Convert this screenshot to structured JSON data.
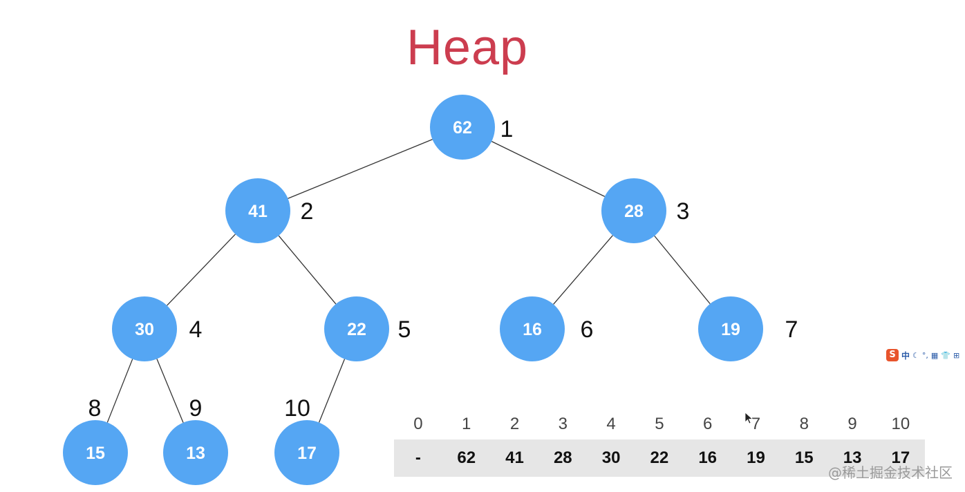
{
  "title": "Heap",
  "tree": {
    "nodes": [
      {
        "index": "1",
        "value": "62"
      },
      {
        "index": "2",
        "value": "41"
      },
      {
        "index": "3",
        "value": "28"
      },
      {
        "index": "4",
        "value": "30"
      },
      {
        "index": "5",
        "value": "22"
      },
      {
        "index": "6",
        "value": "16"
      },
      {
        "index": "7",
        "value": "19"
      },
      {
        "index": "8",
        "value": "15"
      },
      {
        "index": "9",
        "value": "13"
      },
      {
        "index": "10",
        "value": "17"
      }
    ]
  },
  "array": {
    "indices": [
      "0",
      "1",
      "2",
      "3",
      "4",
      "5",
      "6",
      "7",
      "8",
      "9",
      "10"
    ],
    "values": [
      "-",
      "62",
      "41",
      "28",
      "30",
      "22",
      "16",
      "19",
      "15",
      "13",
      "17"
    ]
  },
  "ime_toolbar": {
    "logo": "S",
    "mode": "中",
    "icons": [
      "moon-icon",
      "comma-icon",
      "keyboard-icon",
      "shirt-icon",
      "grid-icon"
    ]
  },
  "watermark": "@稀土掘金技术社区",
  "colors": {
    "node_fill": "#55a6f3",
    "title": "#cc3d4f",
    "array_band": "#e6e6e6"
  }
}
